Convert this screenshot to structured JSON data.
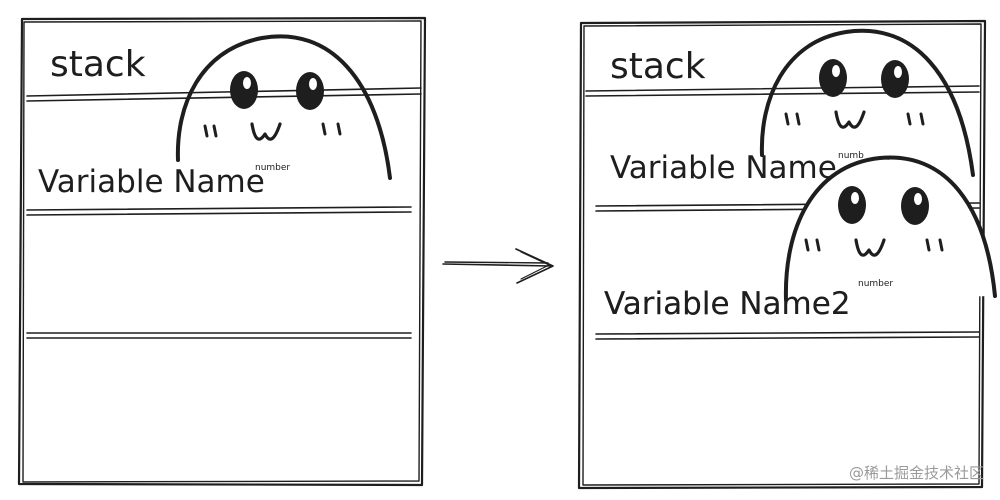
{
  "left_panel": {
    "title": "stack",
    "slot1": {
      "name": "Variable Name",
      "type": "number"
    }
  },
  "right_panel": {
    "title": "stack",
    "slot1": {
      "name": "Variable Name",
      "type": "numb"
    },
    "slot2": {
      "name": "Variable Name2",
      "type": "number"
    }
  },
  "arrow": {
    "direction": "right"
  },
  "mascot": {
    "mouth": "ω"
  },
  "watermark": "@稀土掘金技术社区",
  "colors": {
    "ink": "#1e1e1e",
    "watermark": "#9a9a9a",
    "background": "#ffffff"
  }
}
